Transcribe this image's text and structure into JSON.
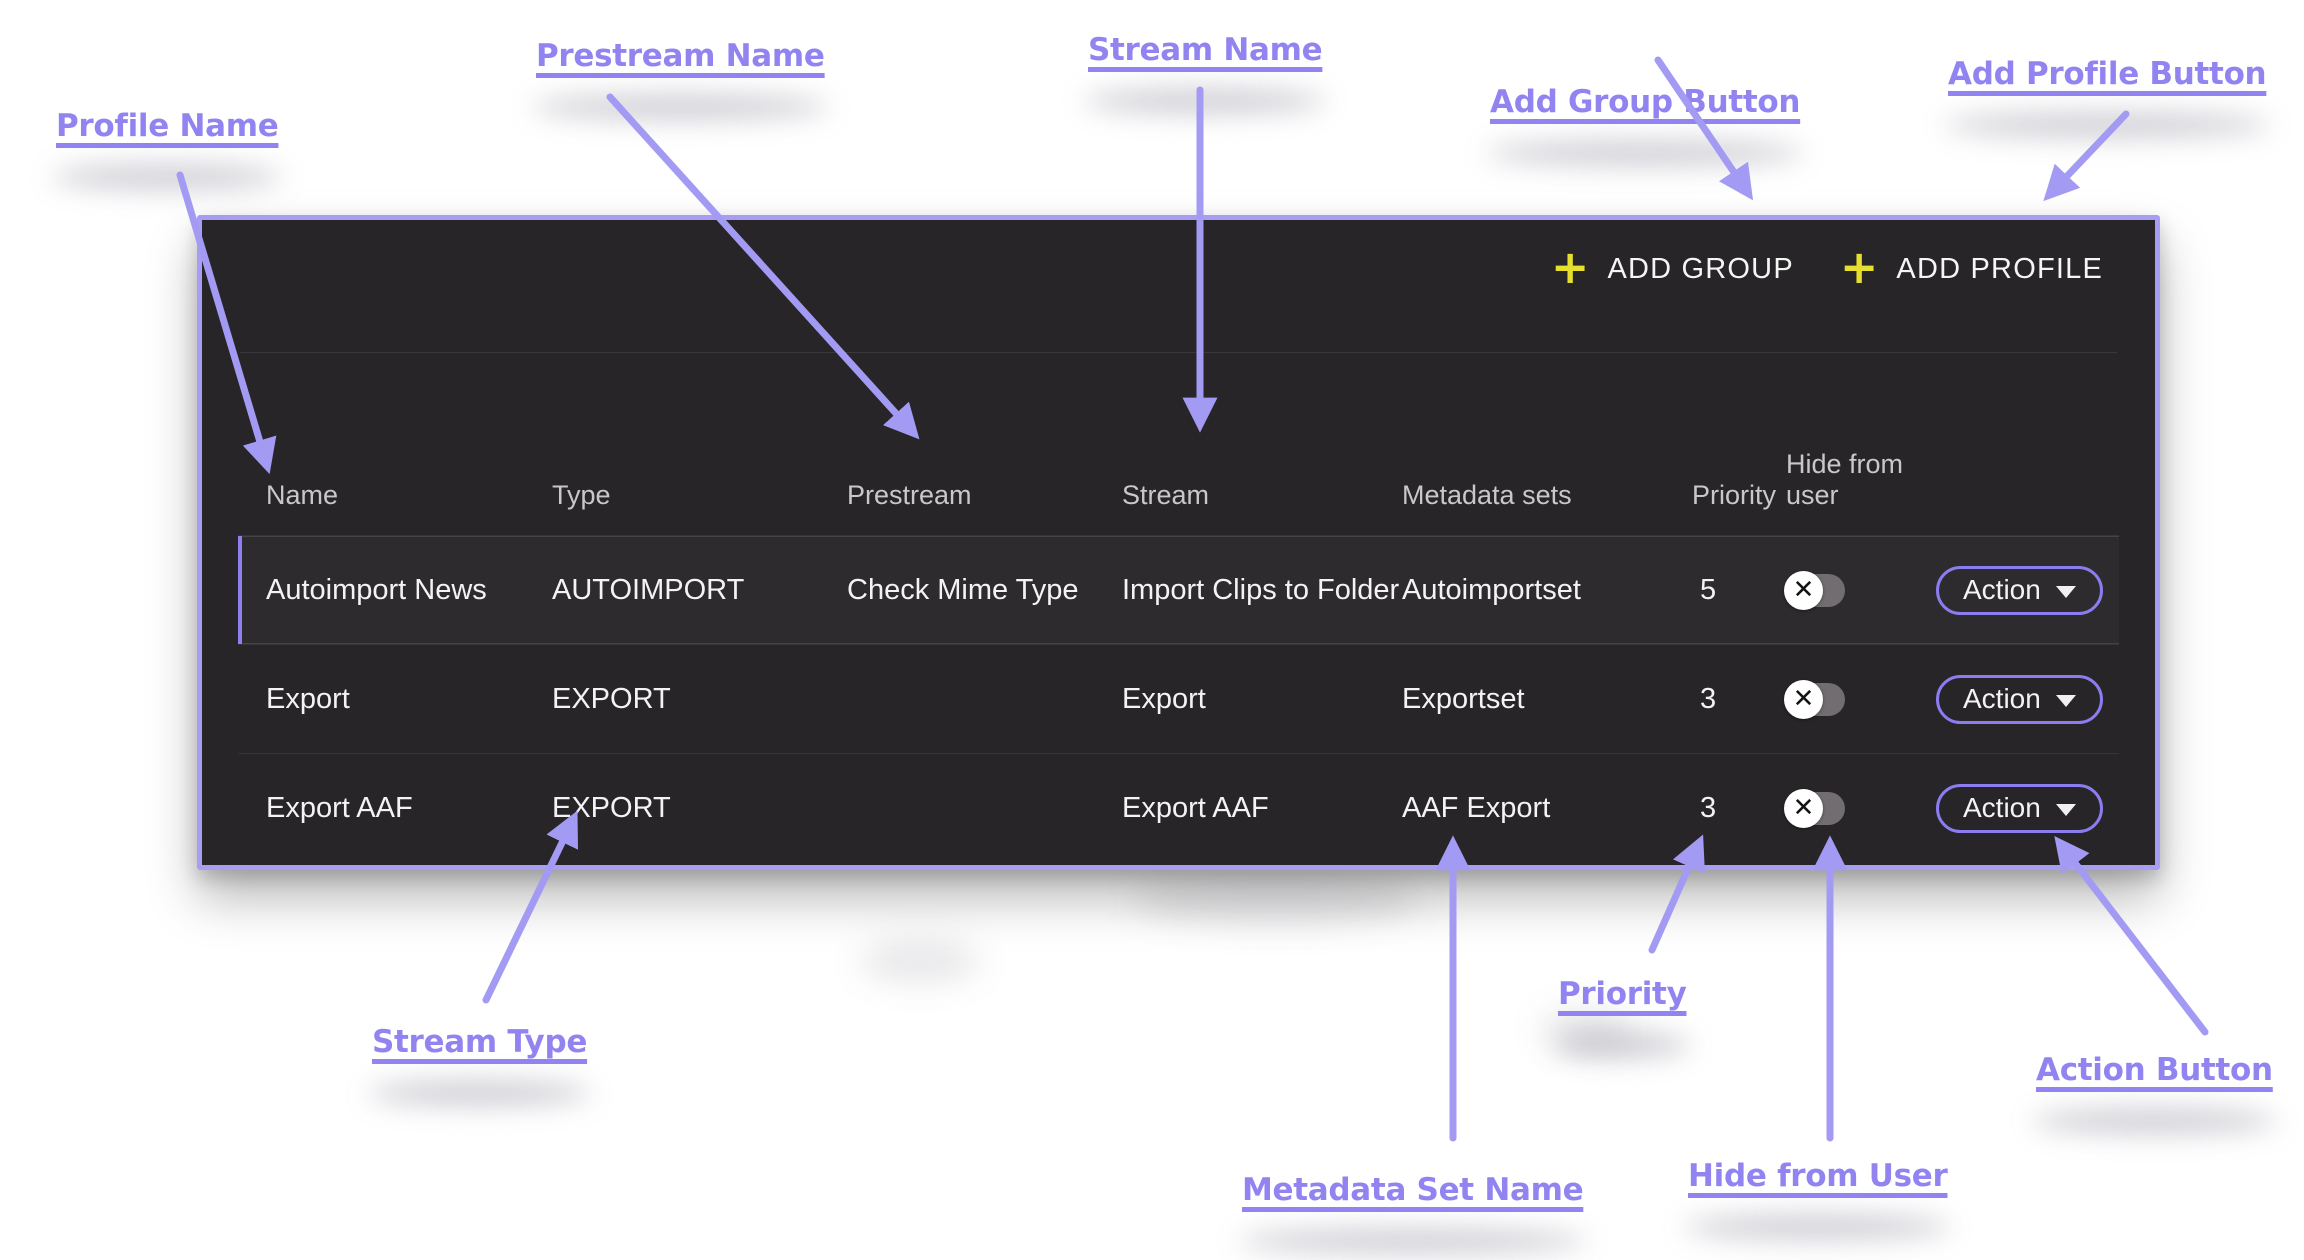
{
  "annotations": {
    "profile_name": "Profile Name",
    "prestream_name": "Prestream Name",
    "stream_name": "Stream Name",
    "add_group": "Add Group Button",
    "add_profile": "Add Profile Button",
    "stream_type": "Stream Type",
    "priority": "Priority",
    "metadata_set": "Metadata Set Name",
    "hide_from_user": "Hide from User",
    "action_button": "Action Button"
  },
  "toolbar": {
    "plus": "+",
    "add_group": "ADD GROUP",
    "add_profile": "ADD PROFILE"
  },
  "table": {
    "columns": [
      "Name",
      "Type",
      "Prestream",
      "Stream",
      "Metadata sets",
      "Priority",
      "Hide from user"
    ],
    "toggle_glyph": "✕",
    "rows": [
      {
        "name": "Autoimport News",
        "type": "AUTOIMPORT",
        "prestream": "Check Mime Type",
        "stream": "Import Clips to Folder",
        "metadata_sets": "Autoimportset",
        "priority": "5",
        "hide_from_user": "off",
        "action": "Action",
        "highlighted": true
      },
      {
        "name": "Export",
        "type": "EXPORT",
        "prestream": "",
        "stream": "Export",
        "metadata_sets": "Exportset",
        "priority": "3",
        "hide_from_user": "off",
        "action": "Action",
        "highlighted": false
      },
      {
        "name": "Export AAF",
        "type": "EXPORT",
        "prestream": "",
        "stream": "Export AAF",
        "metadata_sets": "AAF Export",
        "priority": "3",
        "hide_from_user": "off",
        "action": "Action",
        "highlighted": false
      }
    ]
  },
  "colors": {
    "accent": "#9184f0",
    "arrow": "#a39af3",
    "panel_border": "#a89df4",
    "panel_bg": "#272527",
    "row_highlight": "#2d2b2d",
    "row_bar": "#8d80f0",
    "plus_yellow": "#e6df2e",
    "header_text": "#c9c7c9",
    "cell_text": "#f4f2f4"
  }
}
